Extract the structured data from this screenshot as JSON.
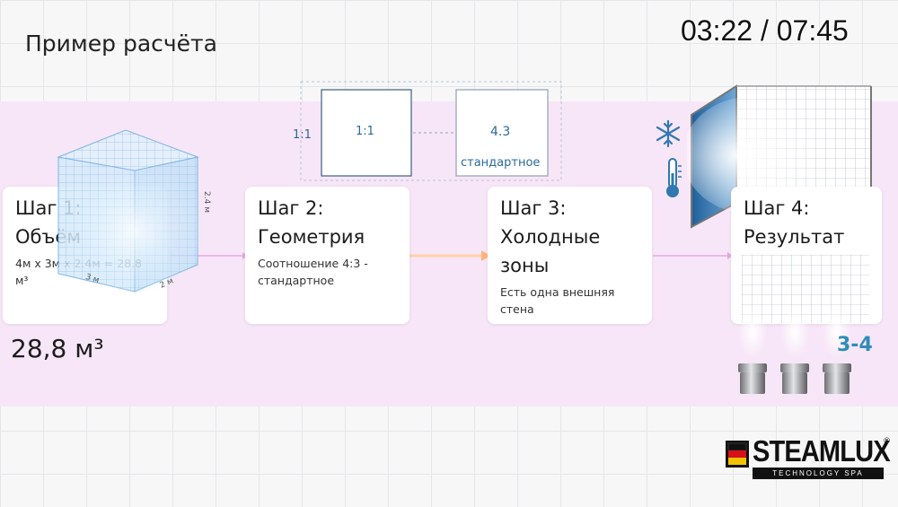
{
  "timer": "03:22 / 07:45",
  "page_title": "Пример расчёта",
  "cube": {
    "side_a": "3 м",
    "side_b": "2 м",
    "height": "2.4 м"
  },
  "ratio_diagram": {
    "left_label": "1:1",
    "box1_label": "1:1",
    "box2_label": "4.3",
    "box2_caption": "стандартное"
  },
  "steps": [
    {
      "title_line1": "Шаг 1:",
      "title_line2": "Объём",
      "desc_line1": "4м х 3м х 2.4м = 28.8",
      "desc_line2": "м³"
    },
    {
      "title_line1": "Шаг 2:",
      "title_line2": "Геометрия",
      "desc_line1": "Соотношение 4:3 -",
      "desc_line2": "стандартное"
    },
    {
      "title_line1": "Шаг 3:",
      "title_line2": "Холодные",
      "title_line3": "зоны",
      "desc_line1": "Есть одна внешняя",
      "desc_line2": "стена"
    },
    {
      "title_line1": "Шаг 4:",
      "title_line2": "Результат"
    }
  ],
  "volume_result": "28,8 м³",
  "generator_count": "3-4",
  "logo": {
    "name": "STEAMLUX",
    "reg": "®",
    "tagline": "TECHNOLOGY SPA"
  },
  "colors": {
    "band": "#f7e6f7",
    "accent_blue": "#2f8db8",
    "arrow_orange": "#ff8a3d"
  },
  "icons": [
    "snowflake-icon",
    "thermometer-icon",
    "steam-generator-icon",
    "flag-icon"
  ]
}
